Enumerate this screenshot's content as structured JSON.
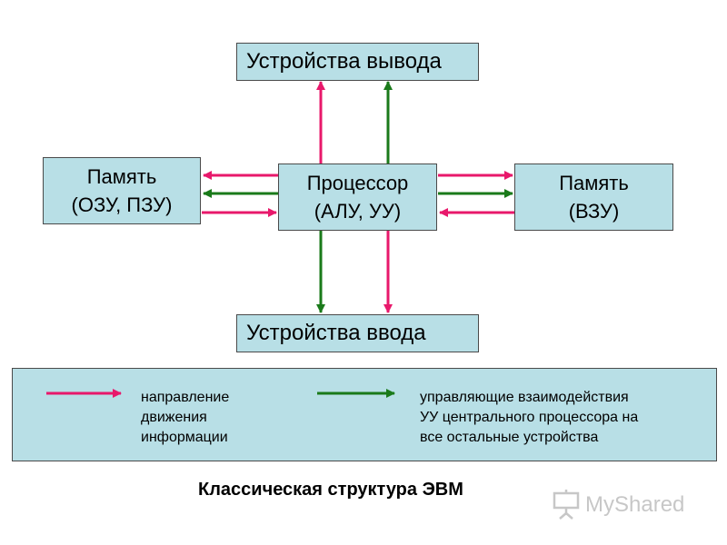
{
  "diagram": {
    "output_devices": "Устройства вывода",
    "input_devices": "Устройства ввода",
    "memory_left": {
      "line1": "Память",
      "line2": "(ОЗУ, ПЗУ)"
    },
    "processor": {
      "line1": "Процессор",
      "line2": "(АЛУ, УУ)"
    },
    "memory_right": {
      "line1": "Память",
      "line2": "(ВЗУ)"
    }
  },
  "legend": {
    "info_flow": "направление\nдвижения\nинформации",
    "control_flow": "управляющие взаимодействия\nУУ центрального процессора на\nвсе остальные устройства"
  },
  "caption": "Классическая структура ЭВМ",
  "watermark": "MyShared",
  "colors": {
    "box_fill": "#b8dfe6",
    "info_arrow": "#e8186b",
    "control_arrow": "#1a7a1a"
  }
}
